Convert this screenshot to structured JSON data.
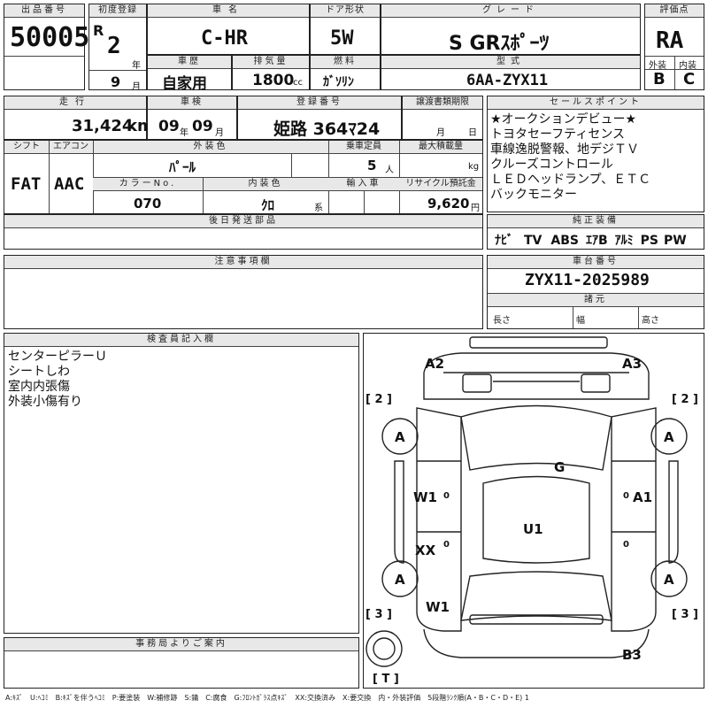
{
  "lot": {
    "label": "出品番号",
    "value": "50005"
  },
  "first_reg": {
    "label": "初度登録",
    "era": "R",
    "year": "2",
    "year_unit": "年",
    "month": "9",
    "month_unit": "月"
  },
  "car_name": {
    "label": "車名",
    "value": "C-HR"
  },
  "door": {
    "label": "ドア形状",
    "value": "5W"
  },
  "grade": {
    "label": "グレード",
    "value": "S GRｽﾎﾟｰﾂ"
  },
  "score": {
    "label": "評価点",
    "value": "RA"
  },
  "history": {
    "label": "車歴",
    "value": "自家用"
  },
  "displacement": {
    "label": "排気量",
    "value": "1800",
    "unit": "cc"
  },
  "fuel": {
    "label": "燃料",
    "value": "ｶﾞｿﾘﾝ"
  },
  "model": {
    "label": "型式",
    "value": "6AA-ZYX11"
  },
  "exterior_score": {
    "label": "外装",
    "value": "B"
  },
  "interior_score": {
    "label": "内装",
    "value": "C"
  },
  "mileage": {
    "label": "走行",
    "value": "31,424",
    "unit": "km"
  },
  "inspection": {
    "label": "車検",
    "year": "09",
    "year_unit": "年",
    "month": "09",
    "month_unit": "月"
  },
  "plate": {
    "label": "登録番号",
    "value": "姫路 364ﾏ24"
  },
  "transfer_deadline": {
    "label": "譲渡書類期限",
    "month_unit": "月",
    "day_unit": "日"
  },
  "shift": {
    "label": "シフト",
    "value": "FAT"
  },
  "aircon": {
    "label": "エアコン",
    "value": "AAC"
  },
  "exterior_color": {
    "label": "外装色",
    "value": "ﾊﾟｰﾙ"
  },
  "capacity": {
    "label": "乗車定員",
    "value": "5",
    "unit": "人"
  },
  "max_load": {
    "label": "最大積載量",
    "unit": "kg"
  },
  "color_no": {
    "label": "カラーNo.",
    "value": "070"
  },
  "interior_color": {
    "label": "内装色",
    "value": "ｸﾛ",
    "unit": "系"
  },
  "import": {
    "label": "輸入車"
  },
  "recycle": {
    "label": "リサイクル預託金",
    "value": "9,620",
    "unit": "円"
  },
  "sales_points": {
    "label": "セールスポイント",
    "lines": [
      "★オークションデビュー★",
      "トヨタセーフティセンス",
      "車線逸脱警報、地デジＴＶ",
      "クルーズコントロール",
      "ＬＥＤヘッドランプ、ＥＴＣ",
      "バックモニター"
    ]
  },
  "later_parts": {
    "label": "後日発送部品"
  },
  "equipment": {
    "label": "純正装備",
    "items": [
      "ﾅﾋﾞ",
      "TV",
      "ABS",
      "ｴｱB",
      "ｱﾙﾐ",
      "PS",
      "PW"
    ]
  },
  "notes": {
    "label": "注意事項欄"
  },
  "chassis": {
    "label": "車台番号",
    "value": "ZYX11-2025989"
  },
  "specs": {
    "label": "諸元",
    "length": "長さ",
    "width": "幅",
    "height": "高さ"
  },
  "inspector": {
    "label": "検査員記入欄",
    "lines": [
      "センターピラーＵ",
      "シートしわ",
      "室内内張傷",
      "外装小傷有り"
    ]
  },
  "office": {
    "label": "事務局よりご案内"
  },
  "diagram": {
    "marks": {
      "a2": "A2",
      "a3": "A3",
      "b3": "B3",
      "g": "G",
      "u1": "U1",
      "w1_left": "W1",
      "w1_lower": "W1",
      "a1": "A1",
      "xx": "XX",
      "tire_fl": "A",
      "tire_fr": "A",
      "tire_rl": "A",
      "tire_rr": "A",
      "bracket_2_left": "[ 2 ]",
      "bracket_2_right": "[ 2 ]",
      "bracket_3_left": "[ 3 ]",
      "bracket_3_right": "[ 3 ]",
      "spare": "[ T ]",
      "zero_l1": "0",
      "zero_l2": "0",
      "zero_r1": "0",
      "zero_r2": "0"
    }
  },
  "legend": "A:ｷｽﾞ　U:ﾍｺﾐ　B:ｷｽﾞを伴うﾍｺﾐ　P:要塗装　W:補修跡　S:錆　C:腐食　G:ﾌﾛﾝﾄｶﾞﾗｽ点ｷｽﾞ　XX:交換済み　X:要交換　内・外装評価　5段階ﾗﾝｸ順(A・B・C・D・E) 1"
}
